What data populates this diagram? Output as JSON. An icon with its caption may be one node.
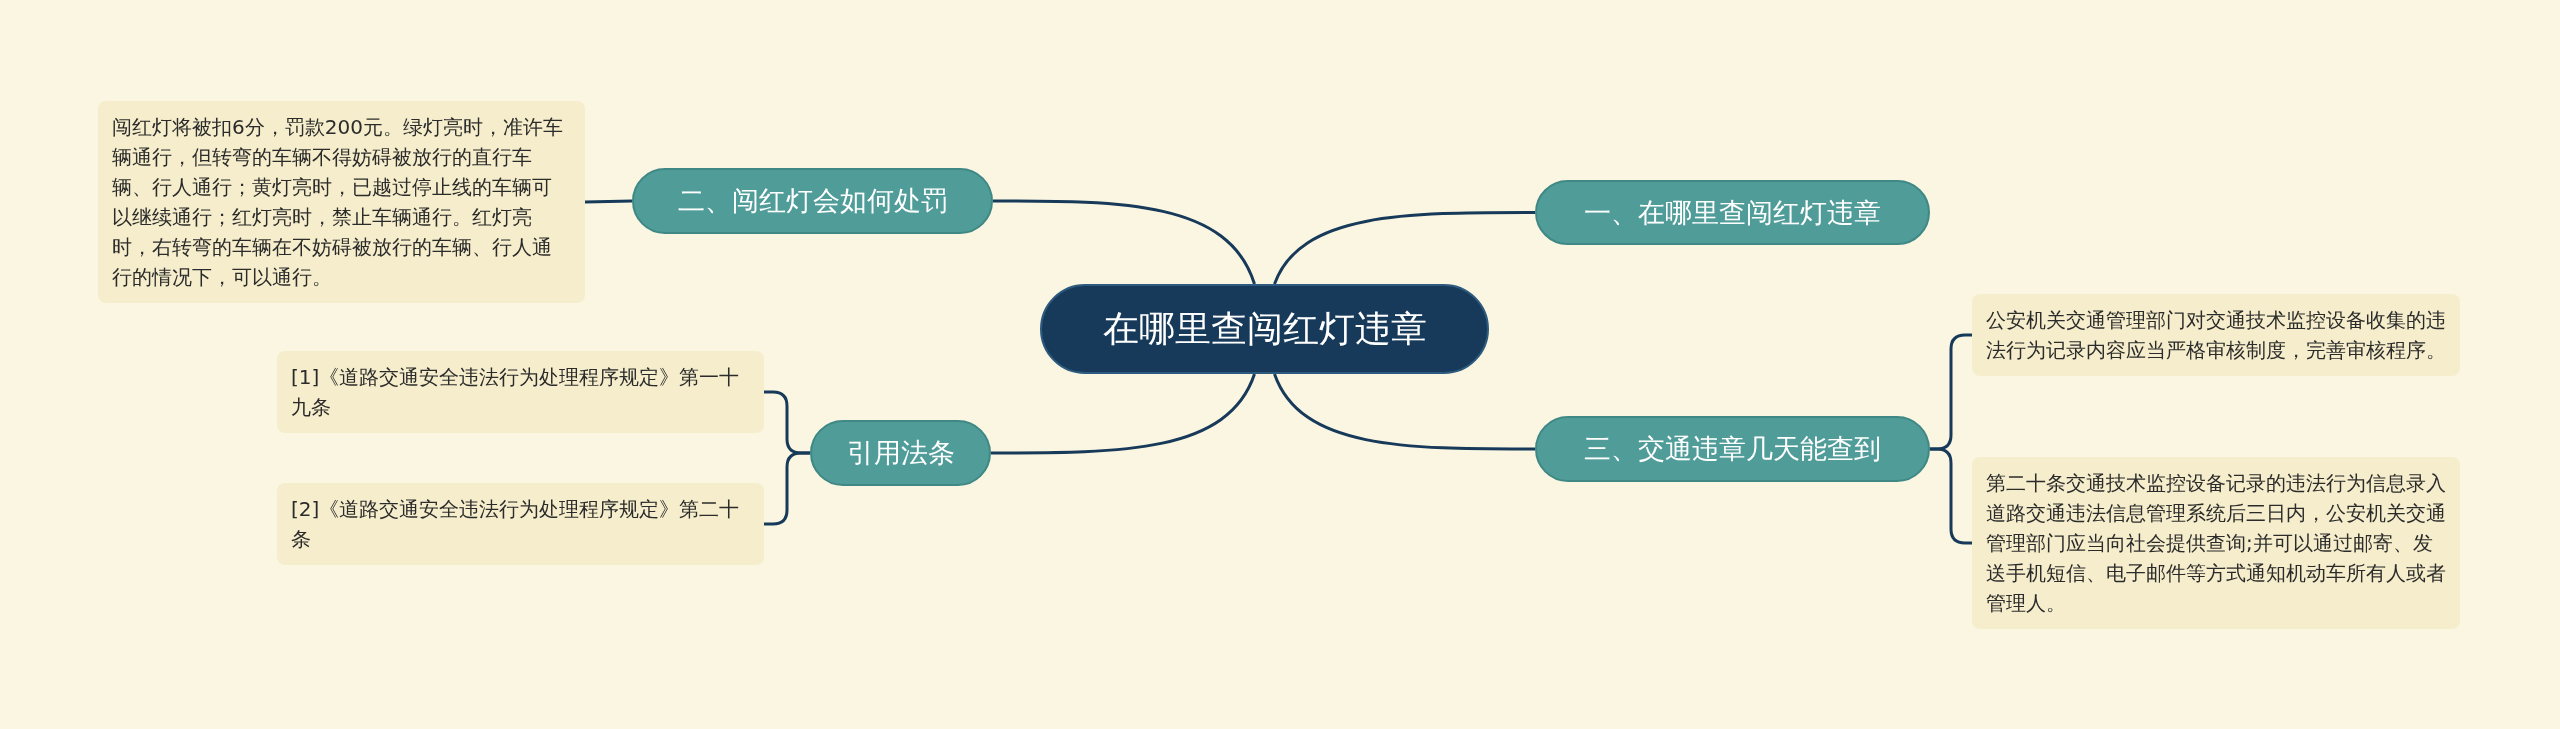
{
  "diagram": {
    "nodes": [
      {
        "text": [
          "在哪里查闯红灯违章"
        ]
      },
      {
        "text": [
          "一、在哪里查闯红灯违章"
        ]
      },
      {
        "text": [
          "二、闯红灯会如何处罚"
        ]
      },
      {
        "text": [
          "闯红灯将被扣6分，罚款200元。绿灯亮时，准许车辆通行，但转弯的车辆不得妨碍被放行的直行车辆、行人通行；黄灯亮时，已越过停止线的车辆可以继续通行；红灯亮时，禁止车辆通行。红灯亮时，右转弯的车辆在不妨碍被放行的车辆、行人通行的情况下，可以通行。"
        ]
      },
      {
        "text": [
          "三、交通违章几天能查到"
        ]
      },
      {
        "text": [
          "公安机关交通管理部门对交通技术监控设备收集的违法行为记录内容应当严格审核制度，完善审核程序。"
        ]
      },
      {
        "text": [
          "第二十条交通技术监控设备记录的违法行为信息录入道路交通违法信息管理系统后三日内，公安机关交通管理部门应当向社会提供查询;并可以通过邮寄、发送手机短信、电子邮件等方式通知机动车所有人或者管理人。"
        ]
      },
      {
        "text": [
          "引用法条"
        ]
      },
      {
        "text": [
          "[1]《道路交通安全违法行为处理程序规定》第一十九条"
        ]
      },
      {
        "text": [
          "[2]《道路交通安全违法行为处理程序规定》第二十条"
        ]
      }
    ],
    "edges": [
      {
        "from": 0,
        "to": 1,
        "arrow": "none"
      },
      {
        "from": 0,
        "to": 2,
        "arrow": "none"
      },
      {
        "from": 2,
        "to": 3,
        "arrow": "none"
      },
      {
        "from": 0,
        "to": 4,
        "arrow": "none"
      },
      {
        "from": 4,
        "to": 5,
        "arrow": "none"
      },
      {
        "from": 4,
        "to": 6,
        "arrow": "none"
      },
      {
        "from": 0,
        "to": 7,
        "arrow": "none"
      },
      {
        "from": 7,
        "to": 8,
        "arrow": "none"
      },
      {
        "from": 7,
        "to": 9,
        "arrow": "none"
      }
    ]
  }
}
